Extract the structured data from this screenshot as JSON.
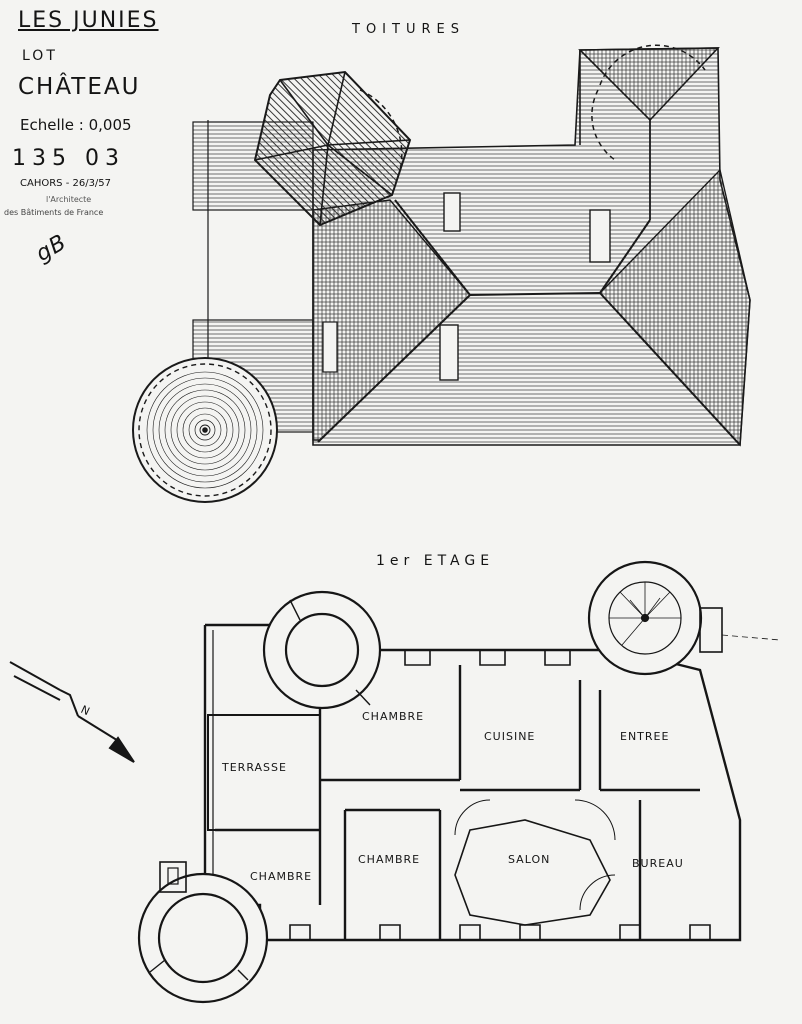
{
  "header": {
    "site": "LES JUNIES",
    "department": "LOT",
    "building": "CHÂTEAU",
    "scale": "Echelle : 0,005",
    "reference": "135  03",
    "place_date": "CAHORS - 26/3/57",
    "stamp_line1": "l'Architecte",
    "stamp_line2": "des Bâtiments de France",
    "signature": "gB"
  },
  "roof_plan": {
    "title": "TOITURES"
  },
  "floor_plan": {
    "title": "1er ETAGE",
    "rooms": {
      "terrasse": "TERRASSE",
      "chambre_north": "CHAMBRE",
      "cuisine": "CUISINE",
      "entree": "ENTREE",
      "chambre_center": "CHAMBRE",
      "salon": "SALON",
      "bureau": "BUREAU",
      "chambre_south": "CHAMBRE"
    }
  },
  "north_arrow": {
    "label": "N",
    "icon": "north-arrow-icon"
  }
}
